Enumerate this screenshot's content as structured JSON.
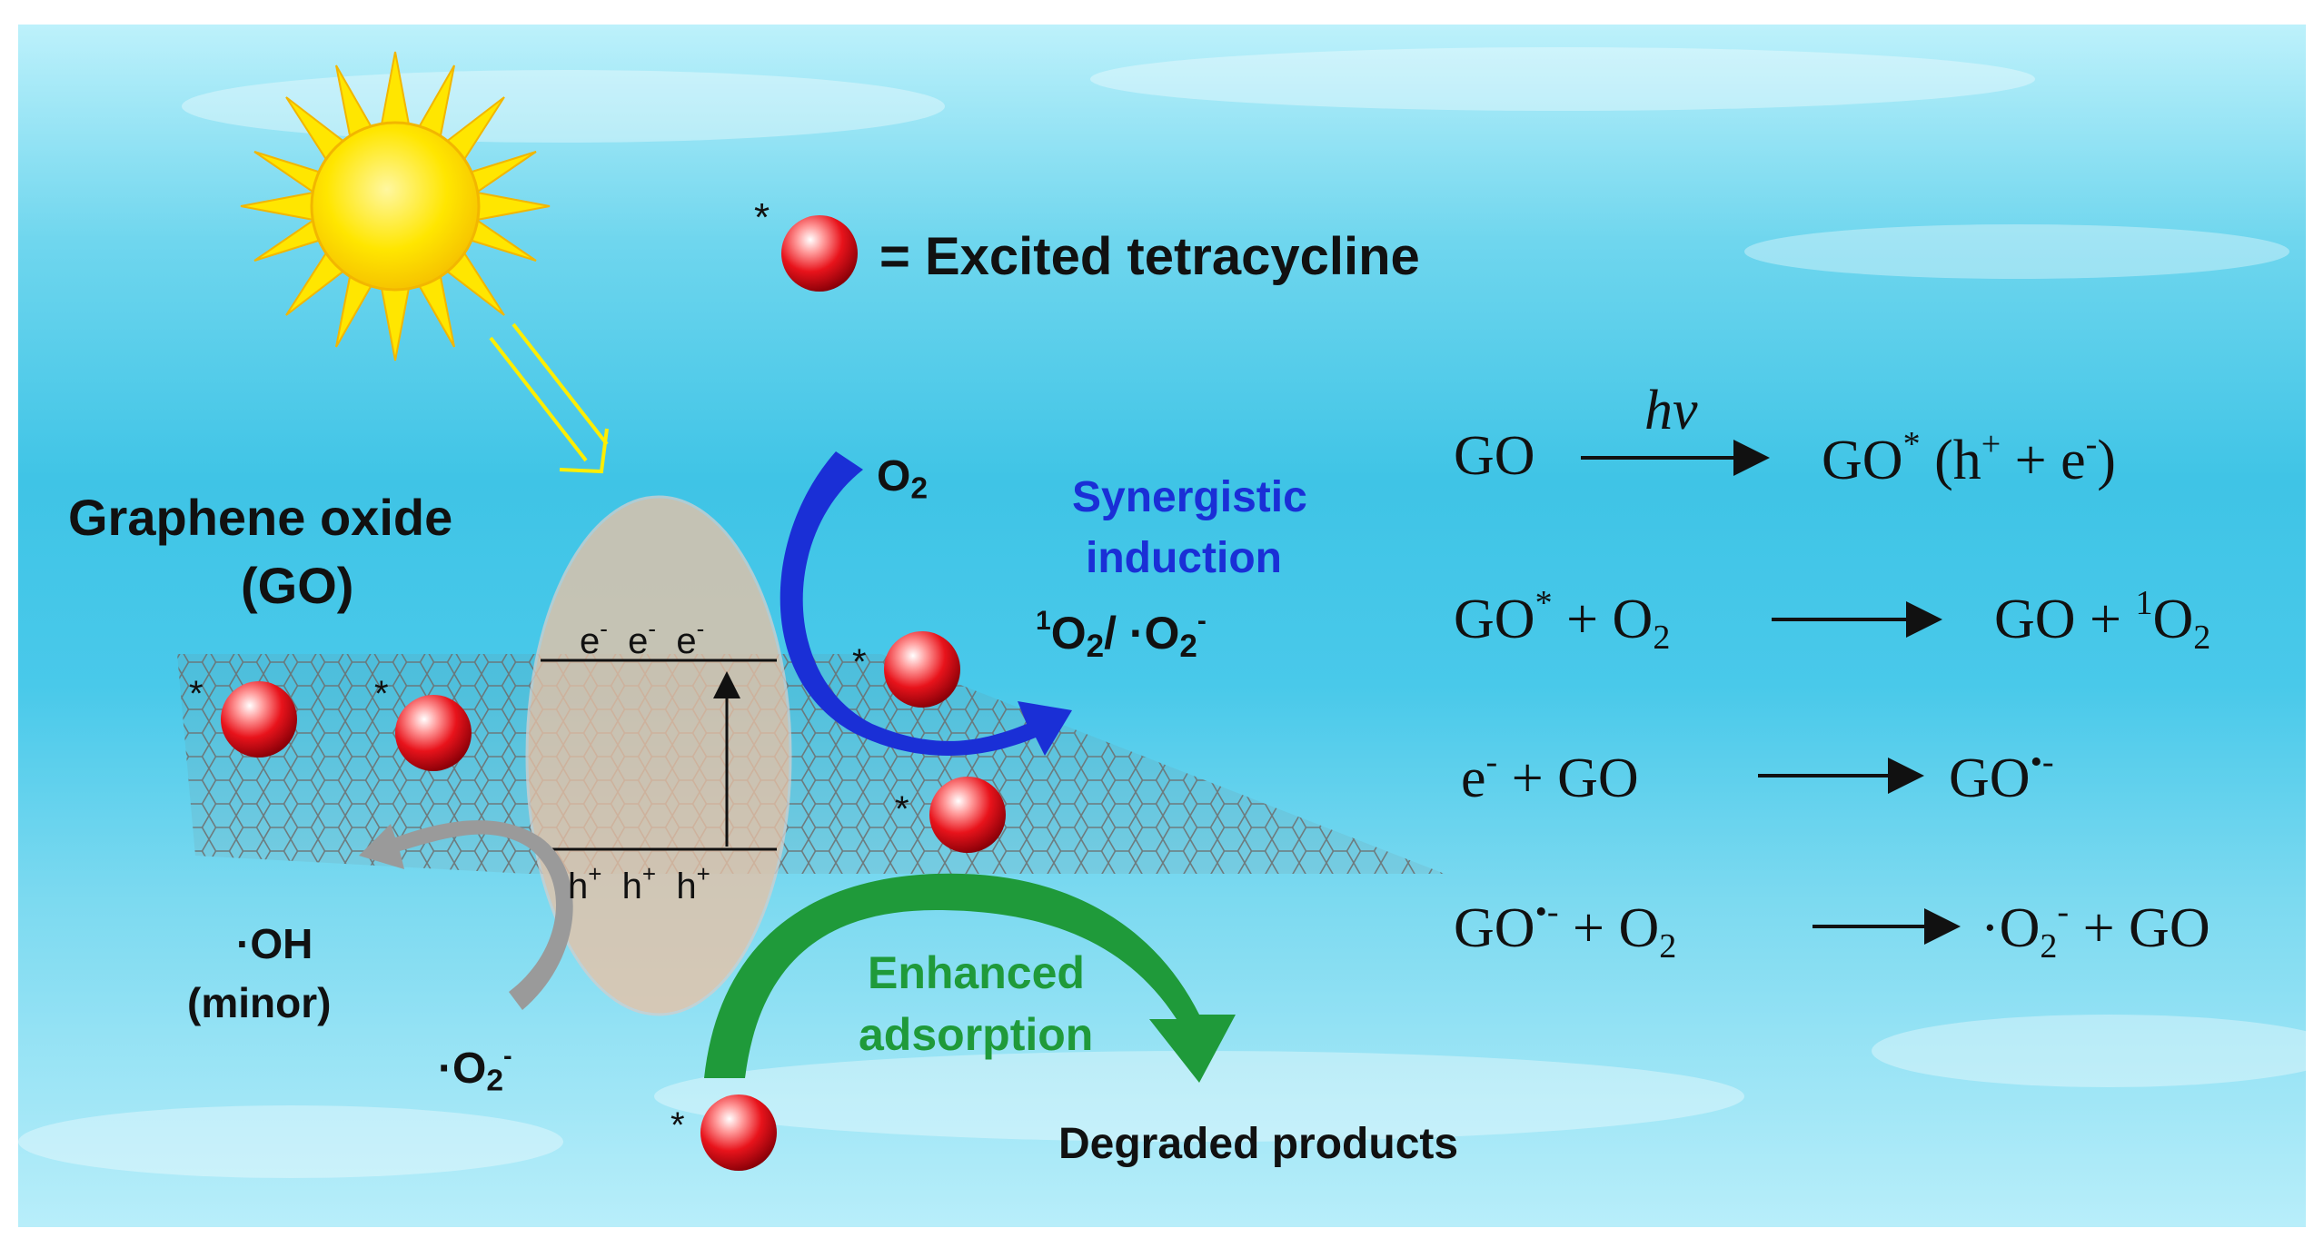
{
  "legend": {
    "asterisk": "*",
    "text": "= Excited tetracycline"
  },
  "labels": {
    "graphene_line1": "Graphene oxide",
    "graphene_line2": "(GO)",
    "o2": "O",
    "o2_sub": "2",
    "synergistic_line1": "Synergistic",
    "synergistic_line2": "induction",
    "singlet_sup": "1",
    "singlet_o": "O",
    "singlet_sub": "2",
    "singlet_sep": "/ ·O",
    "singlet_sub2": "2",
    "singlet_sup2": "-",
    "oh_line1": "·OH",
    "oh_line2": "(minor)",
    "superoxide": "·O",
    "superoxide_sub": "2",
    "superoxide_sup": "-",
    "enhanced_line1": "Enhanced",
    "enhanced_line2": "adsorption",
    "degraded": "Degraded products",
    "electrons": [
      "e",
      "e",
      "e"
    ],
    "electron_charge": "-",
    "holes": [
      "h",
      "h",
      "h"
    ],
    "hole_charge": "+",
    "asterisk": "*"
  },
  "equations": {
    "eq1": {
      "left": "GO",
      "over": "hv",
      "right_go": "GO",
      "right_star": "*",
      "right_rest": " (h",
      "plus_sup": "+",
      "plus": "  +  e",
      "minus_sup": "-",
      "close": ")"
    },
    "eq2": {
      "go": "GO",
      "star": "*",
      "plus1": " +  O",
      "sub1": "2",
      "r_go": "GO  +  ",
      "r_sup": "1",
      "r_o": "O",
      "r_sub": "2"
    },
    "eq3": {
      "e": "e",
      "e_sup": "-",
      "plus": "  +  GO",
      "r_go": "GO",
      "r_sup": "•-"
    },
    "eq4": {
      "go": "GO",
      "go_sup": "•-",
      "plus": " +  O",
      "sub": "2",
      "r_rad": "·O",
      "r_sub": "2",
      "r_sup": "-",
      "r_rest": "  +  GO"
    }
  },
  "colors": {
    "water_top": "#bdf1fb",
    "water_mid": "#3fc4e6",
    "sun": "#ffe600",
    "sun_core": "#ffd000",
    "blue_arrow": "#1a2fd6",
    "green_arrow": "#1f9a3a",
    "grey_arrow": "#9a9a9a",
    "sphere": "#e8131b",
    "synergistic_text": "#1a2fd6",
    "enhanced_text": "#1f9a3a"
  }
}
